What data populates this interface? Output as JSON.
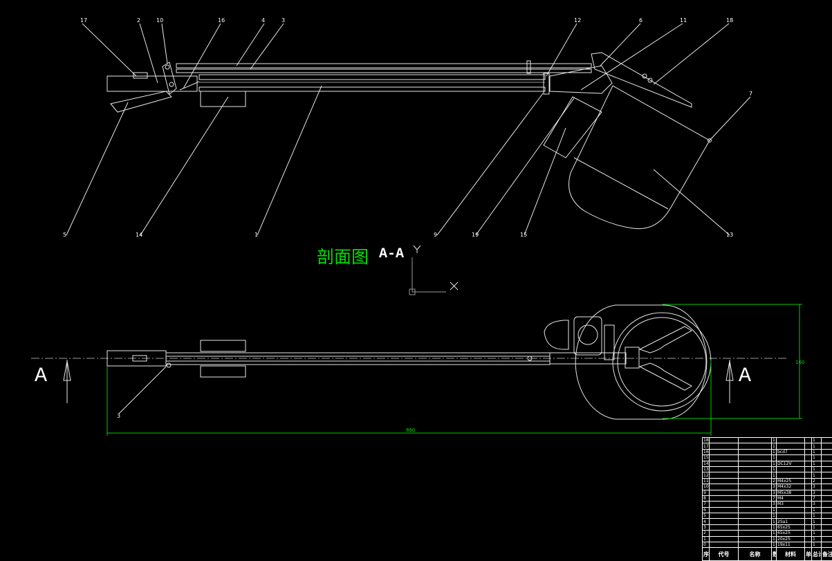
{
  "title": "剖面图",
  "section_name": "A-A",
  "section_marks": [
    "A",
    "A"
  ],
  "ucs": {
    "x": "X",
    "y": "Y"
  },
  "dimensions": {
    "length": "880",
    "height": "160"
  },
  "callouts_top": [
    "17",
    "2",
    "10",
    "16",
    "4",
    "3",
    "12",
    "6",
    "11",
    "18",
    "7"
  ],
  "callouts_bottom": [
    "5",
    "14",
    "1",
    "9",
    "19",
    "15",
    "13"
  ],
  "callout_plan": "3",
  "parts_table": {
    "rows": [
      [
        "18",
        "",
        "",
        "1",
        "",
        "",
        "1",
        ""
      ],
      [
        "17",
        "",
        "",
        "1",
        "",
        "",
        "1",
        ""
      ],
      [
        "16",
        "",
        "",
        "1",
        "bcd7",
        "",
        "1",
        ""
      ],
      [
        "15",
        "",
        "",
        "1",
        "",
        "",
        "1",
        ""
      ],
      [
        "14",
        "",
        "",
        "1",
        "DC12V",
        "",
        "1",
        ""
      ],
      [
        "13",
        "",
        "",
        "1",
        "",
        "",
        "1",
        ""
      ],
      [
        "12",
        "",
        "",
        "1",
        "",
        "",
        "1",
        ""
      ],
      [
        "11",
        "",
        "",
        "2",
        "M4x25",
        "",
        "2",
        ""
      ],
      [
        "10",
        "",
        "",
        "3",
        "M4x32",
        "",
        "3",
        ""
      ],
      [
        "9",
        "",
        "",
        "3",
        "M5x38",
        "",
        "3",
        ""
      ],
      [
        "8",
        "",
        "",
        "7",
        "M4",
        "",
        "7",
        ""
      ],
      [
        "7",
        "",
        "",
        "3",
        "M3",
        "",
        "3",
        ""
      ],
      [
        "6",
        "",
        "",
        "1",
        "",
        "",
        "1",
        ""
      ],
      [
        "5",
        "",
        "",
        "1",
        "",
        "",
        "1",
        ""
      ],
      [
        "4",
        "",
        "",
        "1",
        "2Sa1",
        "",
        "1",
        ""
      ],
      [
        "3",
        "",
        "",
        "1",
        "65x25",
        "",
        "1",
        ""
      ],
      [
        "2",
        "",
        "",
        "1",
        "65x25",
        "",
        "1",
        ""
      ],
      [
        "1",
        "",
        "",
        "1",
        "20x25",
        "",
        "1",
        ""
      ],
      [
        "0",
        "",
        "",
        "1",
        "19x11",
        "",
        "1",
        ""
      ]
    ],
    "header": [
      "序号",
      "代号",
      "名称",
      "数量",
      "材料",
      "单件",
      "总计",
      "备注"
    ]
  }
}
